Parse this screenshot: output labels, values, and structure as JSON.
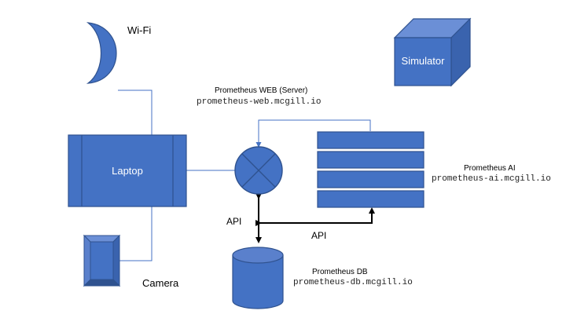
{
  "diagram": {
    "colors": {
      "fill": "#4472C4",
      "stroke": "#2F528F",
      "line": "#4472C4",
      "arrow": "#000000"
    },
    "nodes": {
      "wifi": {
        "label": "Wi-Fi",
        "icon": "crescent-moon-icon"
      },
      "simulator": {
        "label": "Simulator",
        "icon": "cube-icon"
      },
      "web_server": {
        "label": "Prometheus WEB (Server)",
        "host": "prometheus-web.mcgill.io",
        "icon": "crossed-circle-icon"
      },
      "laptop": {
        "label": "Laptop",
        "icon": "rectangle-block"
      },
      "ai": {
        "label": "Prometheus AI",
        "host": "prometheus-ai.mcgill.io",
        "icon": "stacked-bars-icon"
      },
      "camera": {
        "label": "Camera",
        "icon": "bevel-block-icon"
      },
      "db": {
        "label": "Prometheus DB",
        "host": "prometheus-db.mcgill.io",
        "icon": "cylinder-icon"
      }
    },
    "edges": {
      "api_left": "API",
      "api_right": "API"
    }
  }
}
